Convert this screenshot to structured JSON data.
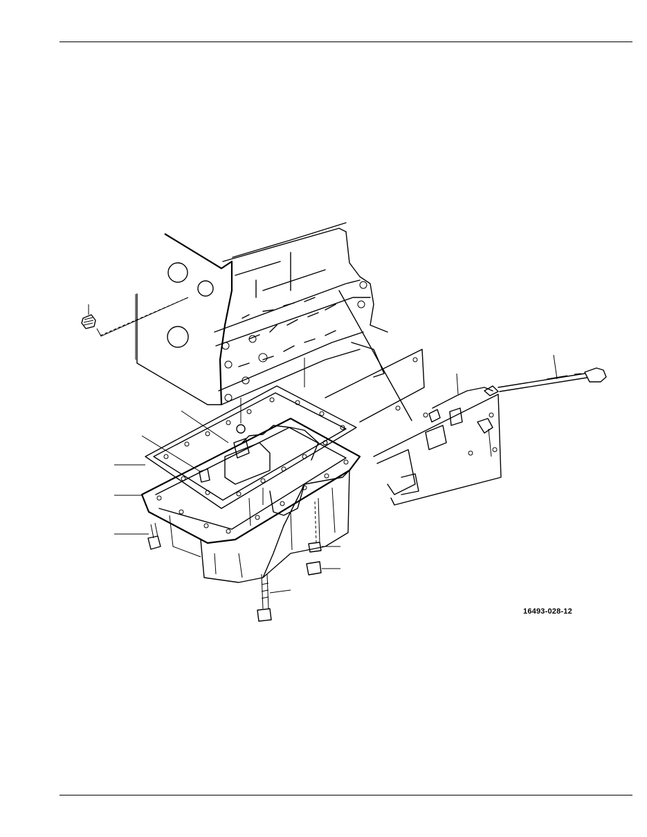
{
  "figure": {
    "number": "16493-028-12"
  },
  "icons": {
    "engine_block": "engine-block-illustration",
    "oil_pan": "oil-pan-illustration",
    "dipstick": "dipstick-illustration",
    "bracket": "dipstick-bracket-illustration"
  }
}
